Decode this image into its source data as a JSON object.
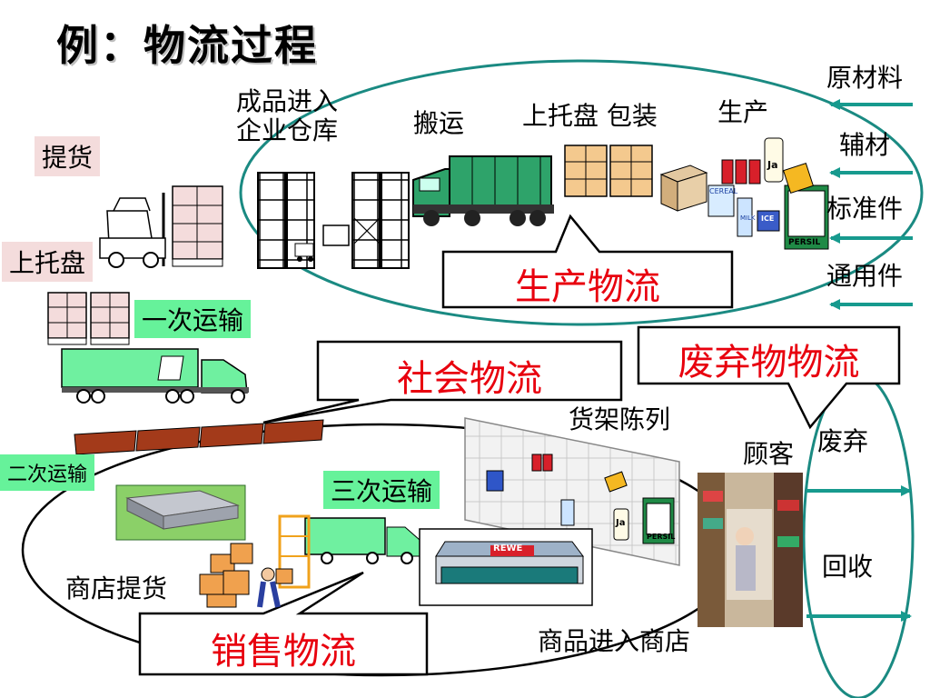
{
  "title": "例：物流过程",
  "top_right_inputs": [
    "原材料",
    "辅材",
    "标准件",
    "通用件"
  ],
  "production": {
    "warehouse_label": "成品进入\n企业仓库",
    "transport_label": "搬运",
    "pallet_pack_label": "上托盘 包装",
    "produce_label": "生产",
    "callout": "生产物流"
  },
  "left": {
    "pickup": "提货",
    "palletize": "上托盘",
    "first_transport": "一次运输",
    "second_transport": "二次运输"
  },
  "social": {
    "callout": "社会物流"
  },
  "waste": {
    "callout": "废弃物物流",
    "discard": "废弃",
    "recycle": "回收"
  },
  "sales": {
    "shelf_label": "货架陈列",
    "customer_label": "顾客",
    "third_transport": "三次运输",
    "store_pickup": "商店提货",
    "enter_store": "商品进入商店",
    "callout": "销售物流",
    "store_sign": "REWE"
  },
  "products": {
    "cereal": "CEREAL",
    "persil": "PERSIL",
    "milk": "MILK",
    "ice": "ICE",
    "ja": "Ja"
  },
  "colors": {
    "ellipse": "#1a8a82",
    "arrow": "#179a8e",
    "callout_text": "#e8000e",
    "truck": "#2ea36a",
    "railcar": "#a33a1a"
  }
}
